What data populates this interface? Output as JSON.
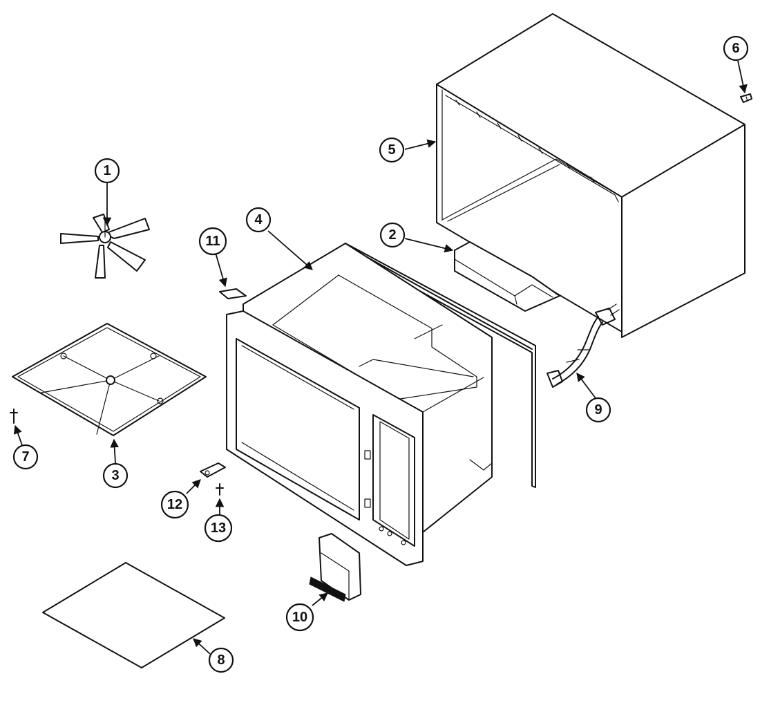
{
  "callouts": [
    {
      "id": "1",
      "label": "1"
    },
    {
      "id": "2",
      "label": "2"
    },
    {
      "id": "3",
      "label": "3"
    },
    {
      "id": "4",
      "label": "4"
    },
    {
      "id": "5",
      "label": "5"
    },
    {
      "id": "6",
      "label": "6"
    },
    {
      "id": "7",
      "label": "7"
    },
    {
      "id": "8",
      "label": "8"
    },
    {
      "id": "9",
      "label": "9"
    },
    {
      "id": "10",
      "label": "10"
    },
    {
      "id": "11",
      "label": "11"
    },
    {
      "id": "12",
      "label": "12"
    },
    {
      "id": "13",
      "label": "13"
    }
  ],
  "colors": {
    "line": "#111111",
    "background": "#ffffff"
  }
}
